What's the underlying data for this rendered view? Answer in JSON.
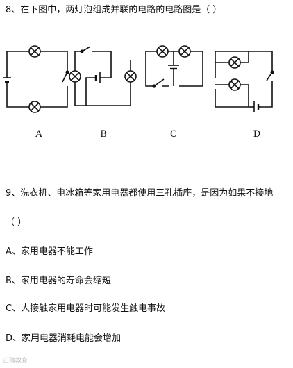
{
  "q8": {
    "text": "8、在下图中，两灯泡组成并联的电路的电路图是（      ）",
    "labels": [
      "A",
      "B",
      "C",
      "D"
    ]
  },
  "q9": {
    "text": "9、洗衣机、电冰箱等家用电器都使用三孔插座，是因为如果不接地",
    "blank": "（      ）",
    "options": [
      "A、家用电器不能工作",
      "B、家用电器的寿命会缩短",
      "C、人接触家用电器时可能发生触电事故",
      "D、家用电器消耗电能会增加"
    ]
  },
  "watermark": "正确教育"
}
